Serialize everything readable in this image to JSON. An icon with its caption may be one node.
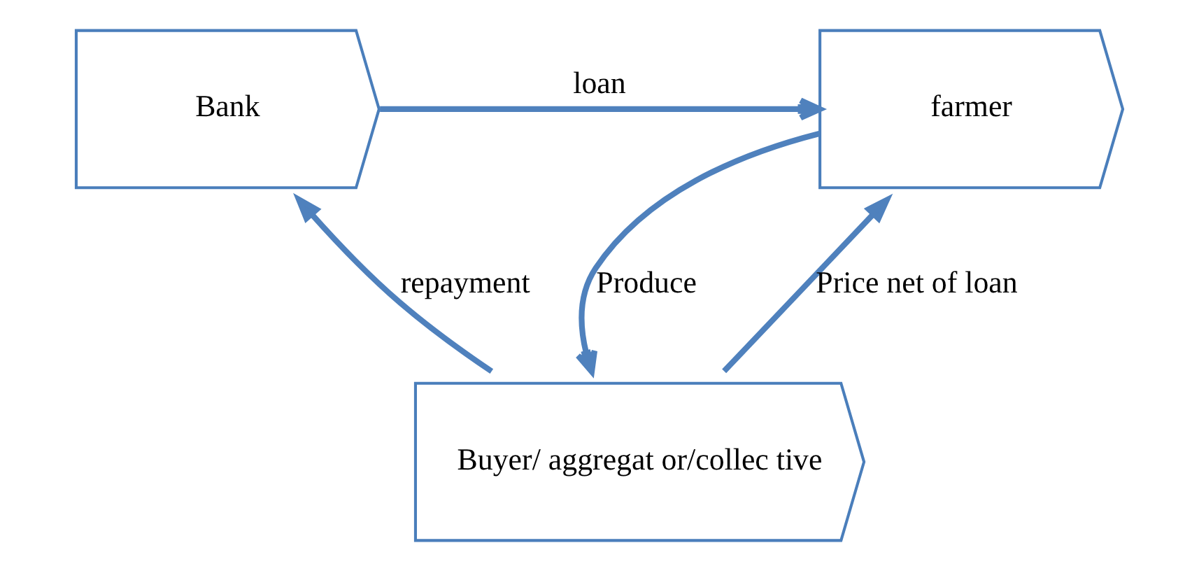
{
  "diagram": {
    "nodes": [
      {
        "text": [
          "Bank"
        ]
      },
      {
        "text": [
          "farmer"
        ]
      },
      {
        "text": [
          "Buyer/ aggregat or/collec tive"
        ]
      }
    ],
    "edges": [
      {
        "from": 0,
        "to": 1,
        "arrow": "to",
        "label": "loan"
      },
      {
        "from": 1,
        "to": 2,
        "arrow": "to",
        "label": "Produce"
      },
      {
        "from": 2,
        "to": 1,
        "arrow": "to",
        "label": "Price net of loan"
      },
      {
        "from": 2,
        "to": 0,
        "arrow": "to",
        "label": "repayment"
      }
    ]
  }
}
